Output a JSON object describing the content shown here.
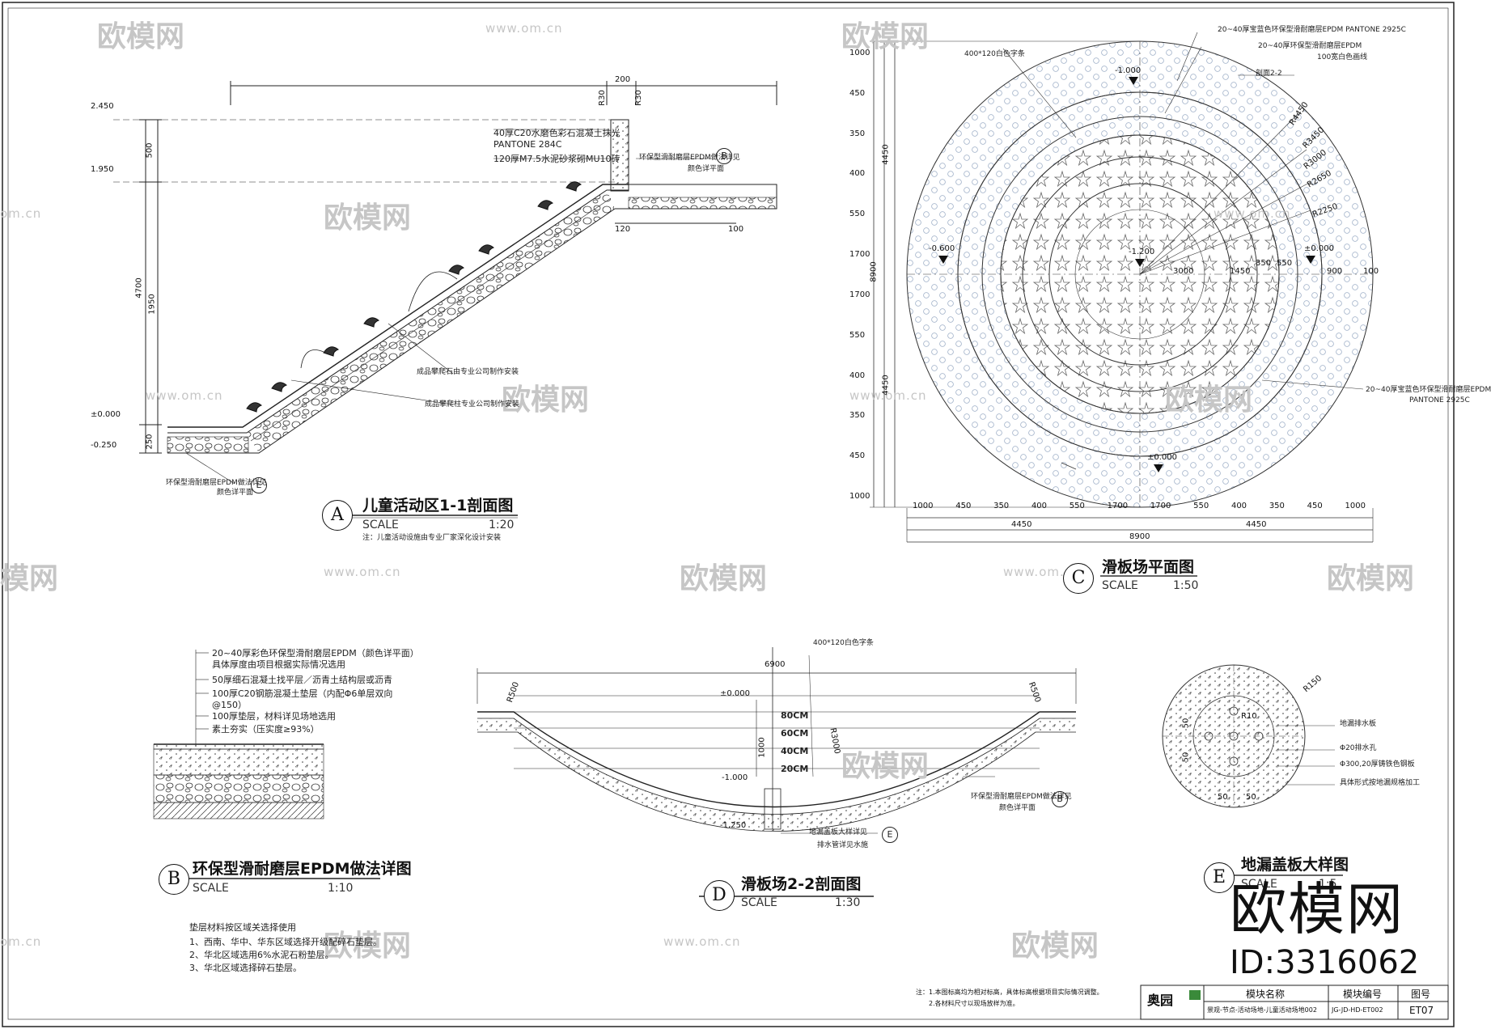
{
  "watermark": {
    "brand": "欧模网",
    "url": "www.om.cn",
    "url_short": "om.cn",
    "partial": "模网"
  },
  "bottom_brand": {
    "name": "欧模网",
    "id": "ID:3316062"
  },
  "drawing_a": {
    "badge": "A",
    "title": "儿童活动区1-1剖面图",
    "scale_word": "SCALE",
    "scale": "1:20",
    "note": "注：儿童活动设施由专业厂家深化设计安装",
    "callouts": [
      "40厚C20水磨色彩石混凝土抹光",
      "PANTONE 284C",
      "120厚M7.5水泥砂浆砌MU10砖",
      "环保型滑耐磨层EPDM做法详见",
      "颜色详平面",
      "成品攀爬石由专业公司制作安装",
      "成品攀爬柱专业公司制作安装"
    ],
    "bottom_callout": [
      "环保型滑耐磨层EPDM做法详见",
      "颜色详平面"
    ],
    "refs": [
      "B",
      "E"
    ],
    "dims_top": [
      "200"
    ],
    "dims_r": [
      "R30",
      "R30"
    ],
    "levels": [
      "2.450",
      "1.950",
      "±0.000",
      "-0.250"
    ],
    "dims_v": [
      "500",
      "4700",
      "1950",
      "250"
    ],
    "dims_bottom": [
      "120",
      "100"
    ]
  },
  "drawing_b": {
    "badge": "B",
    "title": "环保型滑耐磨层EPDM做法详图",
    "scale_word": "SCALE",
    "scale": "1:10",
    "layers": [
      "20~40厚彩色环保型滑耐磨层EPDM（颜色详平面）",
      "具体厚度由项目根据实际情况选用",
      "50厚细石混凝土找平层／沥青土结构层或沥青",
      "100厚C20钢筋混凝土垫层（内配Φ6单层双向",
      "@150）",
      "100厚垫层，材料详见场地选用",
      "素土夯实（压实度≥93%）"
    ],
    "notes_title": "垫层材料按区域关选择使用",
    "notes": [
      "1、西南、华中、华东区域选择开级配碎石垫层。",
      "2、华北区域选用6%水泥石粉垫层。",
      "3、华北区域选择碎石垫层。"
    ]
  },
  "drawing_c": {
    "badge": "C",
    "title": "滑板场平面图",
    "scale_word": "SCALE",
    "scale": "1:50",
    "callouts": [
      "20~40厚宝蓝色环保型滑耐磨层EPDM PANTONE 2925C",
      "20~40厚环保型滑耐磨层EPDM",
      "100宽白色画线",
      "400*120白色字条",
      "20~40厚宝蓝色环保型滑耐磨层EPDM",
      "PANTONE 2925C"
    ],
    "radii": [
      "R4450",
      "R3450",
      "R3000",
      "R2650",
      "R2250"
    ],
    "levels": [
      "-1.000",
      "-0.600",
      "-1.200",
      "±0.000",
      "±0.000"
    ],
    "section": "剖面2-2",
    "dims_bottom": [
      "1000",
      "450",
      "350",
      "400",
      "550",
      "1700",
      "1700",
      "550",
      "400",
      "350",
      "450",
      "1000"
    ],
    "dims_bottom2": [
      "4450",
      "4450"
    ],
    "dims_bottom3": "8900",
    "dims_left": [
      "1000",
      "450",
      "350",
      "400",
      "550",
      "1700",
      "1700",
      "550",
      "400",
      "350",
      "450",
      "1000"
    ],
    "dims_left2": [
      "4450",
      "4450"
    ],
    "dims_left3": "8900",
    "dims_mid": [
      "3000",
      "1450",
      "350",
      "550",
      "900",
      "100"
    ]
  },
  "drawing_d": {
    "badge": "D",
    "title": "滑板场2-2剖面图",
    "scale_word": "SCALE",
    "scale": "1:30",
    "dim_top": "6900",
    "radii": [
      "R500",
      "R500",
      "R3000"
    ],
    "depths": [
      "80CM",
      "60CM",
      "40CM",
      "20CM"
    ],
    "levels": [
      "±0.000",
      "-1.000",
      "-1.250"
    ],
    "dims_v": [
      "1000"
    ],
    "callouts": [
      "400*120白色字条",
      "环保型滑耐磨层EPDM做法详见",
      "颜色详平面",
      "地漏盖板大样详见",
      "排水管详见水施"
    ],
    "refs": [
      "B",
      "E"
    ]
  },
  "drawing_e": {
    "badge": "E",
    "title": "地漏盖板大样图",
    "scale_word": "SCALE",
    "scale": "1:5",
    "radii": [
      "R150",
      "R10"
    ],
    "dims": [
      "50",
      "50",
      "50",
      "50"
    ],
    "callouts": [
      "地漏排水板",
      "Φ20排水孔",
      "Φ300,20厚铸铁色钢板",
      "具体形式按地漏规格加工"
    ]
  },
  "titleblock": {
    "logo": "奥园",
    "headers": [
      "模块名称",
      "模块编号",
      "图号"
    ],
    "values": [
      "景观-节点-活动场地-儿童活动场地002",
      "JG-JD-HD-ET002",
      "ET07"
    ],
    "note1": "注：1.本图标高均为相对标高，具体标高根据项目实际情况调整。",
    "note2": "2.各材料尺寸以现场放样为准。"
  }
}
